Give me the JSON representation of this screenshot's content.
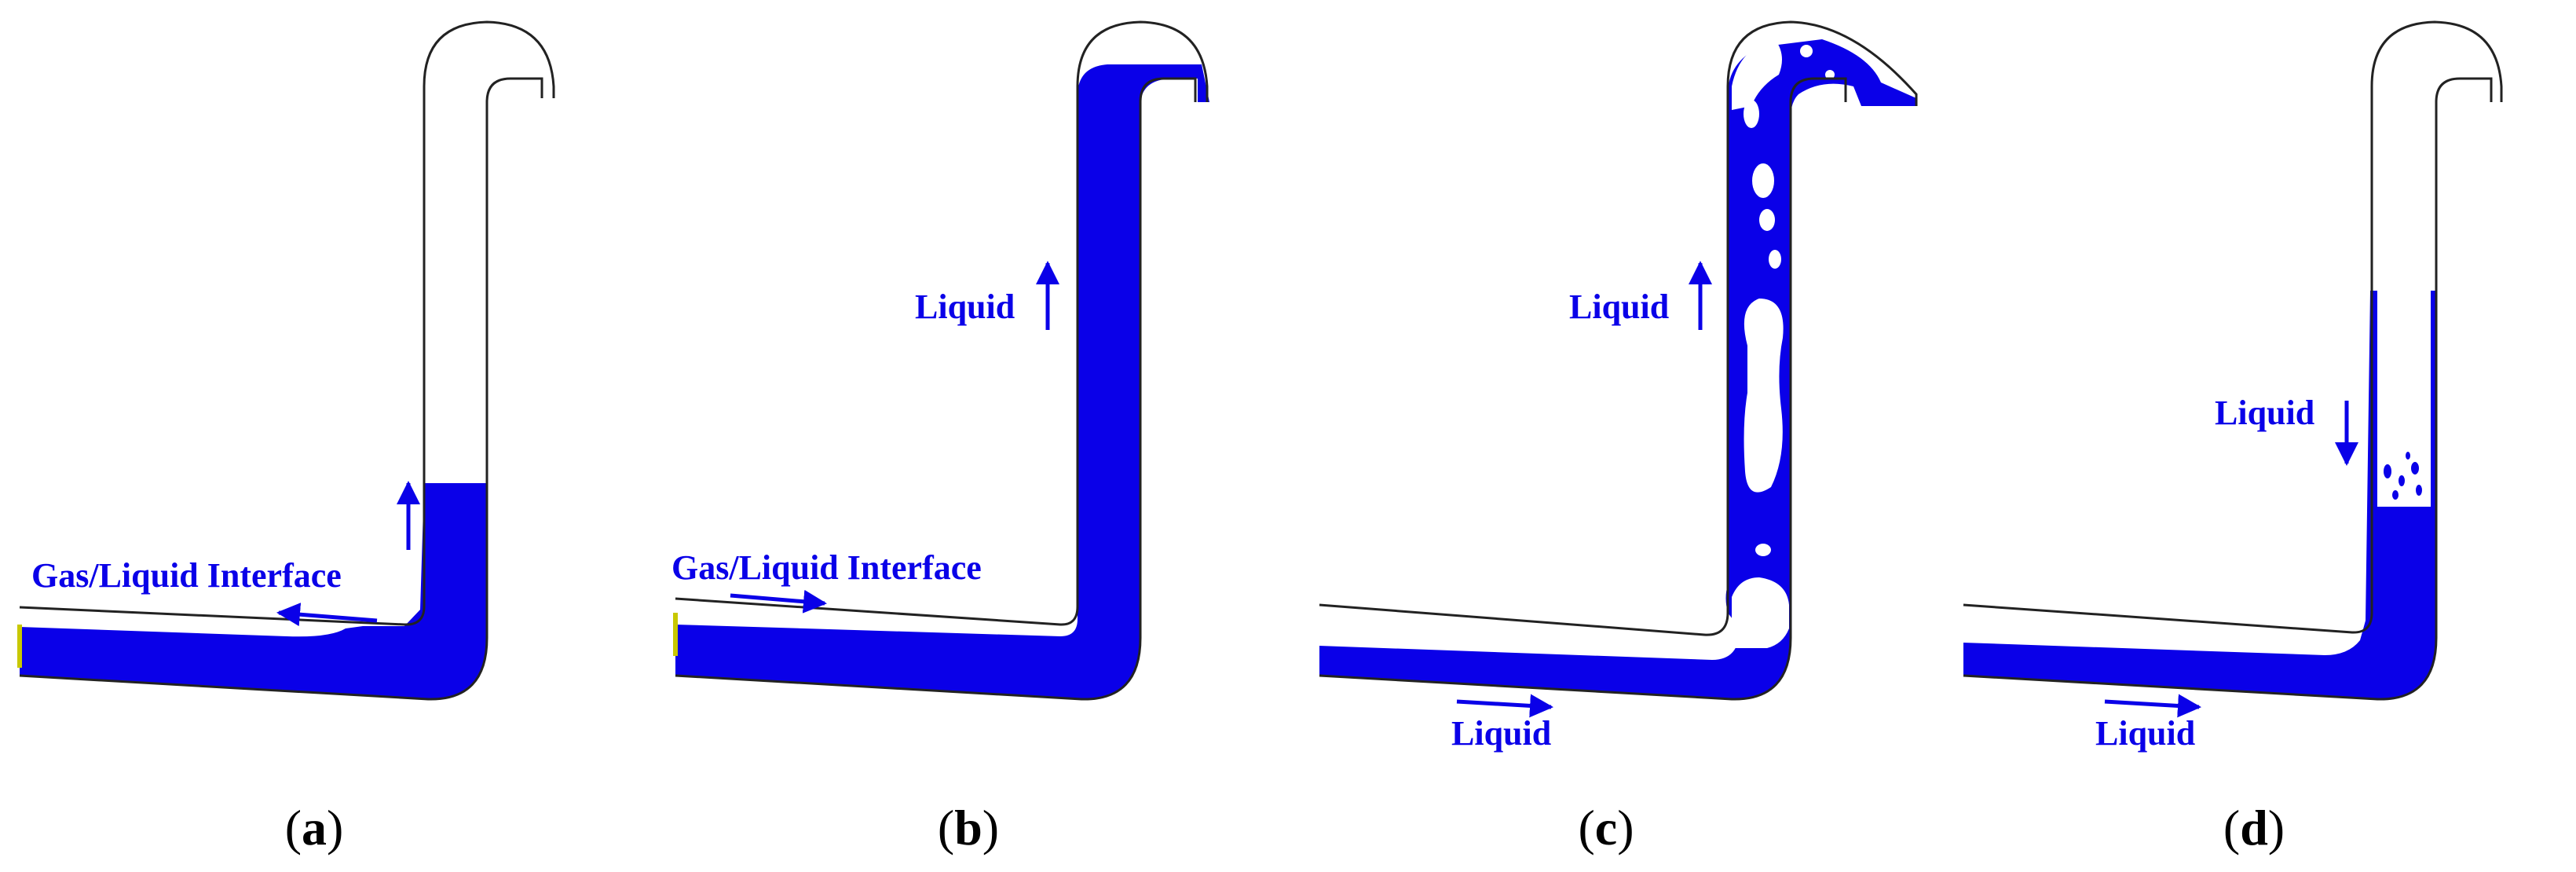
{
  "colors": {
    "liquid": "#0a00e8",
    "wall": "#222222",
    "caption": "#000000"
  },
  "panels": [
    {
      "id": "a",
      "caption_letter": "a",
      "labels": [
        "Gas/Liquid Interface"
      ],
      "arrows": [
        "up",
        "left"
      ]
    },
    {
      "id": "b",
      "caption_letter": "b",
      "labels": [
        "Liquid",
        "Gas/Liquid Interface"
      ],
      "arrows": [
        "up",
        "right"
      ]
    },
    {
      "id": "c",
      "caption_letter": "c",
      "labels": [
        "Liquid",
        "Liquid"
      ],
      "arrows": [
        "up",
        "right"
      ]
    },
    {
      "id": "d",
      "caption_letter": "d",
      "labels": [
        "Liquid",
        "Liquid"
      ],
      "arrows": [
        "down",
        "right"
      ]
    }
  ]
}
